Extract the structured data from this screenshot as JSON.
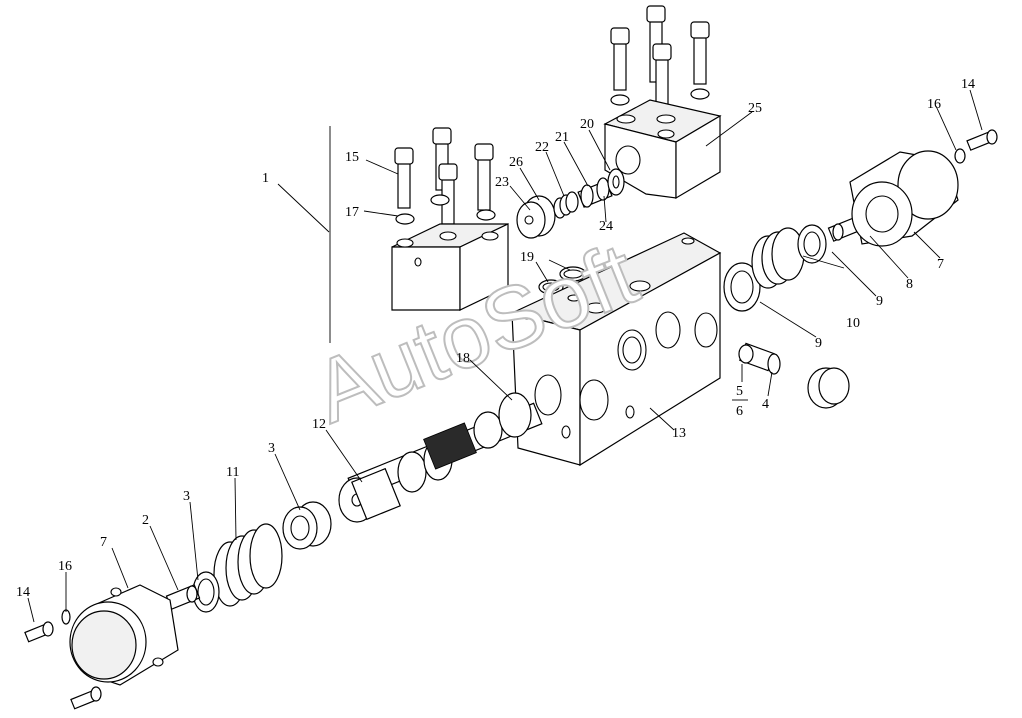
{
  "watermark": "AutoSoft",
  "callouts": {
    "c1": "1",
    "c2": "2",
    "c3a": "3",
    "c3b": "3",
    "c4": "4",
    "c5": "5",
    "c6": "6",
    "c7a": "7",
    "c7b": "7",
    "c8": "8",
    "c9a": "9",
    "c9b": "9",
    "c10": "10",
    "c11": "11",
    "c12": "12",
    "c13": "13",
    "c14a": "14",
    "c14b": "14",
    "c15": "15",
    "c16a": "16",
    "c16b": "16",
    "c17": "17",
    "c18": "18",
    "c19": "19",
    "c20": "20",
    "c21": "21",
    "c22": "22",
    "c23": "23",
    "c24": "24",
    "c25": "25",
    "c26": "26"
  }
}
